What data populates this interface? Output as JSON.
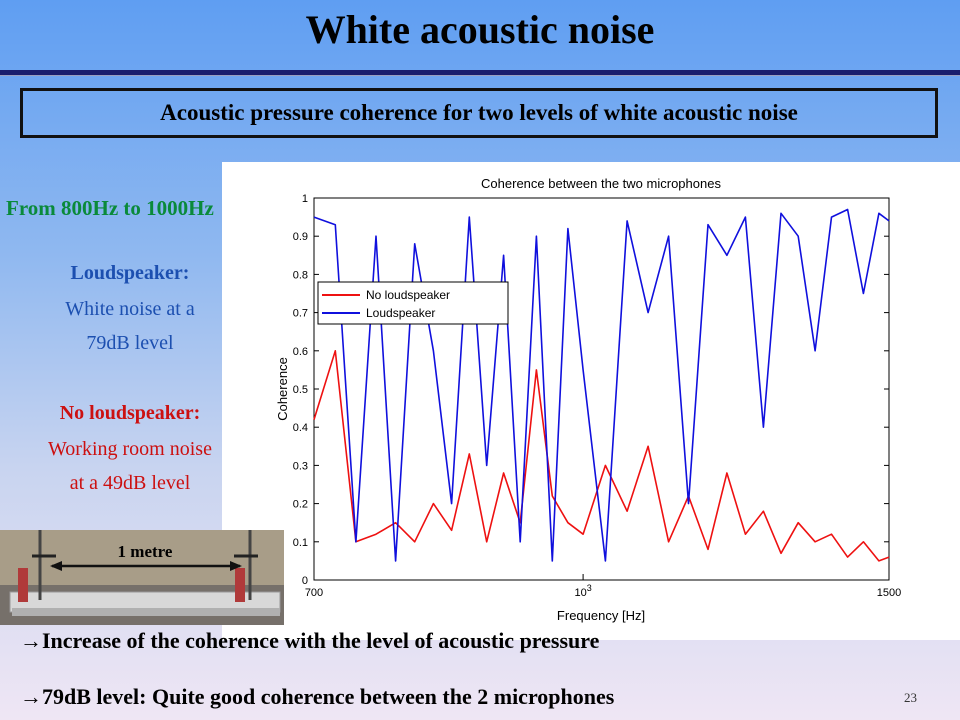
{
  "slide": {
    "title": "White acoustic noise",
    "subtitle": "Acoustic pressure coherence for two levels of white acoustic noise",
    "range_label": "From 800Hz to 1000Hz",
    "loudspeaker": {
      "heading": "Loudspeaker:",
      "line1": "White noise at a",
      "line2": "79dB level"
    },
    "no_loudspeaker": {
      "heading": "No loudspeaker:",
      "line1": "Working room noise",
      "line2": "at a 49dB level"
    },
    "photo_label": "1 metre",
    "bullets": [
      "Increase of the coherence with the level of acoustic pressure",
      "79dB level: Quite good coherence between the 2 microphones"
    ],
    "bullet_arrow": "→",
    "page_number": "23"
  },
  "colors": {
    "no_loudspeaker": "#ee1111",
    "loudspeaker": "#1010dd",
    "range_label": "#0a8a3a"
  },
  "chart_data": {
    "type": "line",
    "title": "Coherence between the two microphones",
    "xlabel": "Frequency [Hz]",
    "ylabel": "Coherence",
    "xscale": "log",
    "xlim": [
      700,
      1500
    ],
    "ylim": [
      0,
      1
    ],
    "x_tick_labels": [
      "700",
      "10",
      "1500"
    ],
    "x_tick_values": [
      700,
      1000,
      1500
    ],
    "x_tick_superscript": "3",
    "y_ticks": [
      0,
      0.1,
      0.2,
      0.3,
      0.4,
      0.5,
      0.6,
      0.7,
      0.8,
      0.9,
      1
    ],
    "y_tick_labels": [
      "0",
      "0.1",
      "0.2",
      "0.3",
      "0.4",
      "0.5",
      "0.6",
      "0.7",
      "0.8",
      "0.9",
      "1"
    ],
    "grid": false,
    "legend_position": "upper-left",
    "series": [
      {
        "name": "No loudspeaker",
        "color": "#ee1111",
        "x": [
          700,
          720,
          740,
          760,
          780,
          800,
          820,
          840,
          860,
          880,
          900,
          920,
          940,
          960,
          980,
          1000,
          1030,
          1060,
          1090,
          1120,
          1150,
          1180,
          1210,
          1240,
          1270,
          1300,
          1330,
          1360,
          1390,
          1420,
          1450,
          1480,
          1500
        ],
        "y": [
          0.42,
          0.6,
          0.1,
          0.12,
          0.15,
          0.1,
          0.2,
          0.13,
          0.33,
          0.1,
          0.28,
          0.15,
          0.55,
          0.22,
          0.15,
          0.12,
          0.3,
          0.18,
          0.35,
          0.1,
          0.22,
          0.08,
          0.28,
          0.12,
          0.18,
          0.07,
          0.15,
          0.1,
          0.12,
          0.06,
          0.1,
          0.05,
          0.06
        ]
      },
      {
        "name": "Loudspeaker",
        "color": "#1010dd",
        "x": [
          700,
          720,
          740,
          760,
          780,
          800,
          820,
          840,
          860,
          880,
          900,
          920,
          940,
          960,
          980,
          1000,
          1030,
          1060,
          1090,
          1120,
          1150,
          1180,
          1210,
          1240,
          1270,
          1300,
          1330,
          1360,
          1390,
          1420,
          1450,
          1480,
          1500
        ],
        "y": [
          0.95,
          0.93,
          0.1,
          0.9,
          0.05,
          0.88,
          0.6,
          0.2,
          0.95,
          0.3,
          0.85,
          0.1,
          0.9,
          0.05,
          0.92,
          0.55,
          0.05,
          0.94,
          0.7,
          0.9,
          0.2,
          0.93,
          0.85,
          0.95,
          0.4,
          0.96,
          0.9,
          0.6,
          0.95,
          0.97,
          0.75,
          0.96,
          0.94
        ]
      }
    ]
  }
}
